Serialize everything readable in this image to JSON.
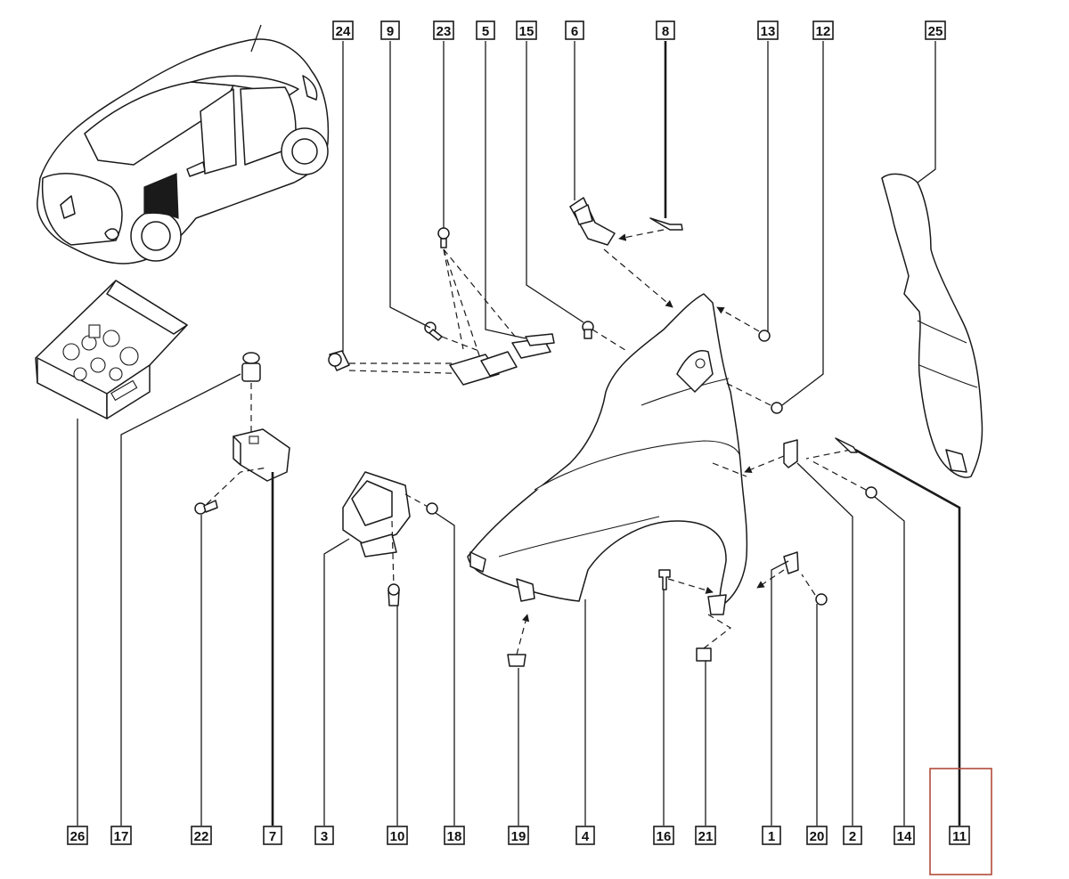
{
  "callouts": {
    "c24": "24",
    "c9": "9",
    "c23": "23",
    "c5": "5",
    "c15": "15",
    "c6": "6",
    "c8": "8",
    "c13": "13",
    "c12": "12",
    "c25": "25",
    "c26": "26",
    "c17": "17",
    "c22": "22",
    "c7": "7",
    "c3": "3",
    "c10": "10",
    "c18": "18",
    "c19": "19",
    "c4": "4",
    "c16": "16",
    "c21": "21",
    "c1": "1",
    "c20": "20",
    "c2": "2",
    "c14": "14",
    "c11": "11"
  },
  "colors": {
    "line": "#1a1a1a",
    "highlight": "#b24a3a",
    "background": "#ffffff"
  },
  "selected_callout": "11"
}
